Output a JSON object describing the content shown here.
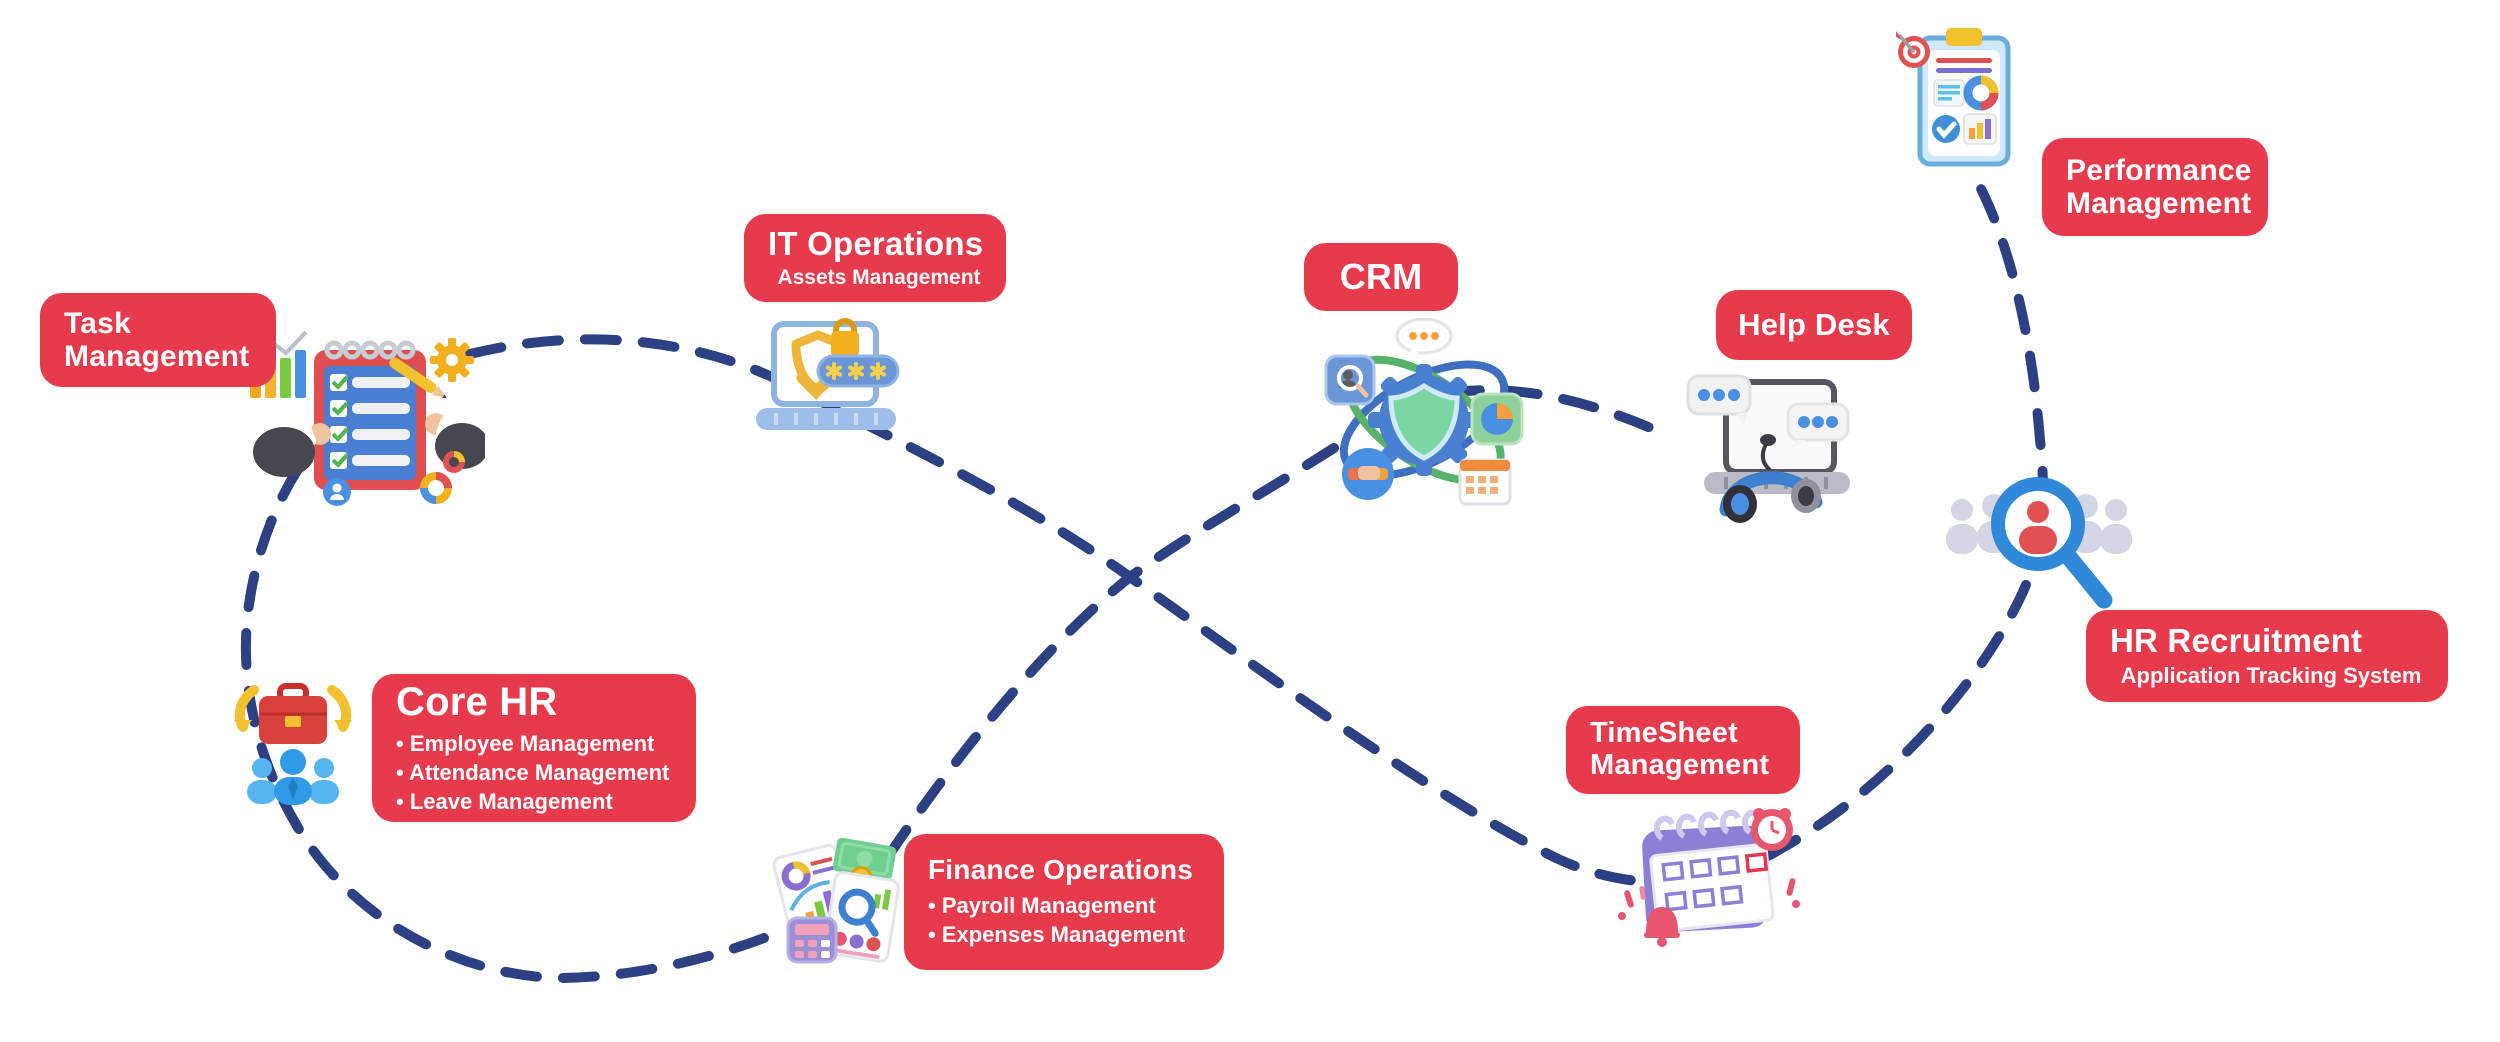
{
  "colors": {
    "background": "#ffffff",
    "label_bg": "#e73b4d",
    "label_text": "#ffffff",
    "path": "#2b4183"
  },
  "path": {
    "shape": "infinity-loop",
    "style": "dashed"
  },
  "nodes": {
    "task": {
      "title": "Task Management",
      "icon": "task-checklist-icon"
    },
    "it": {
      "title": "IT Operations",
      "subtitle": "Assets Management",
      "icon": "laptop-shield-password-icon"
    },
    "crm": {
      "title": "CRM",
      "icon": "crm-shield-gear-orbit-icon"
    },
    "helpdesk": {
      "title": "Help Desk",
      "icon": "laptop-headset-chat-icon"
    },
    "performance": {
      "title": "Performance Management",
      "icon": "clipboard-target-report-icon"
    },
    "recruitment": {
      "title": "HR Recruitment",
      "subtitle": "Application Tracking System",
      "icon": "magnifier-candidate-icon"
    },
    "timesheet": {
      "title": "TimeSheet Management",
      "icon": "calendar-alarm-bell-icon"
    },
    "corehr": {
      "title": "Core HR",
      "icon": "briefcase-team-icon",
      "bullets": [
        "Employee Management",
        "Attendance Management",
        "Leave Management"
      ]
    },
    "finance": {
      "title": "Finance Operations",
      "icon": "charts-money-calculator-icon",
      "bullets": [
        "Payroll Management",
        "Expenses Management"
      ]
    }
  }
}
